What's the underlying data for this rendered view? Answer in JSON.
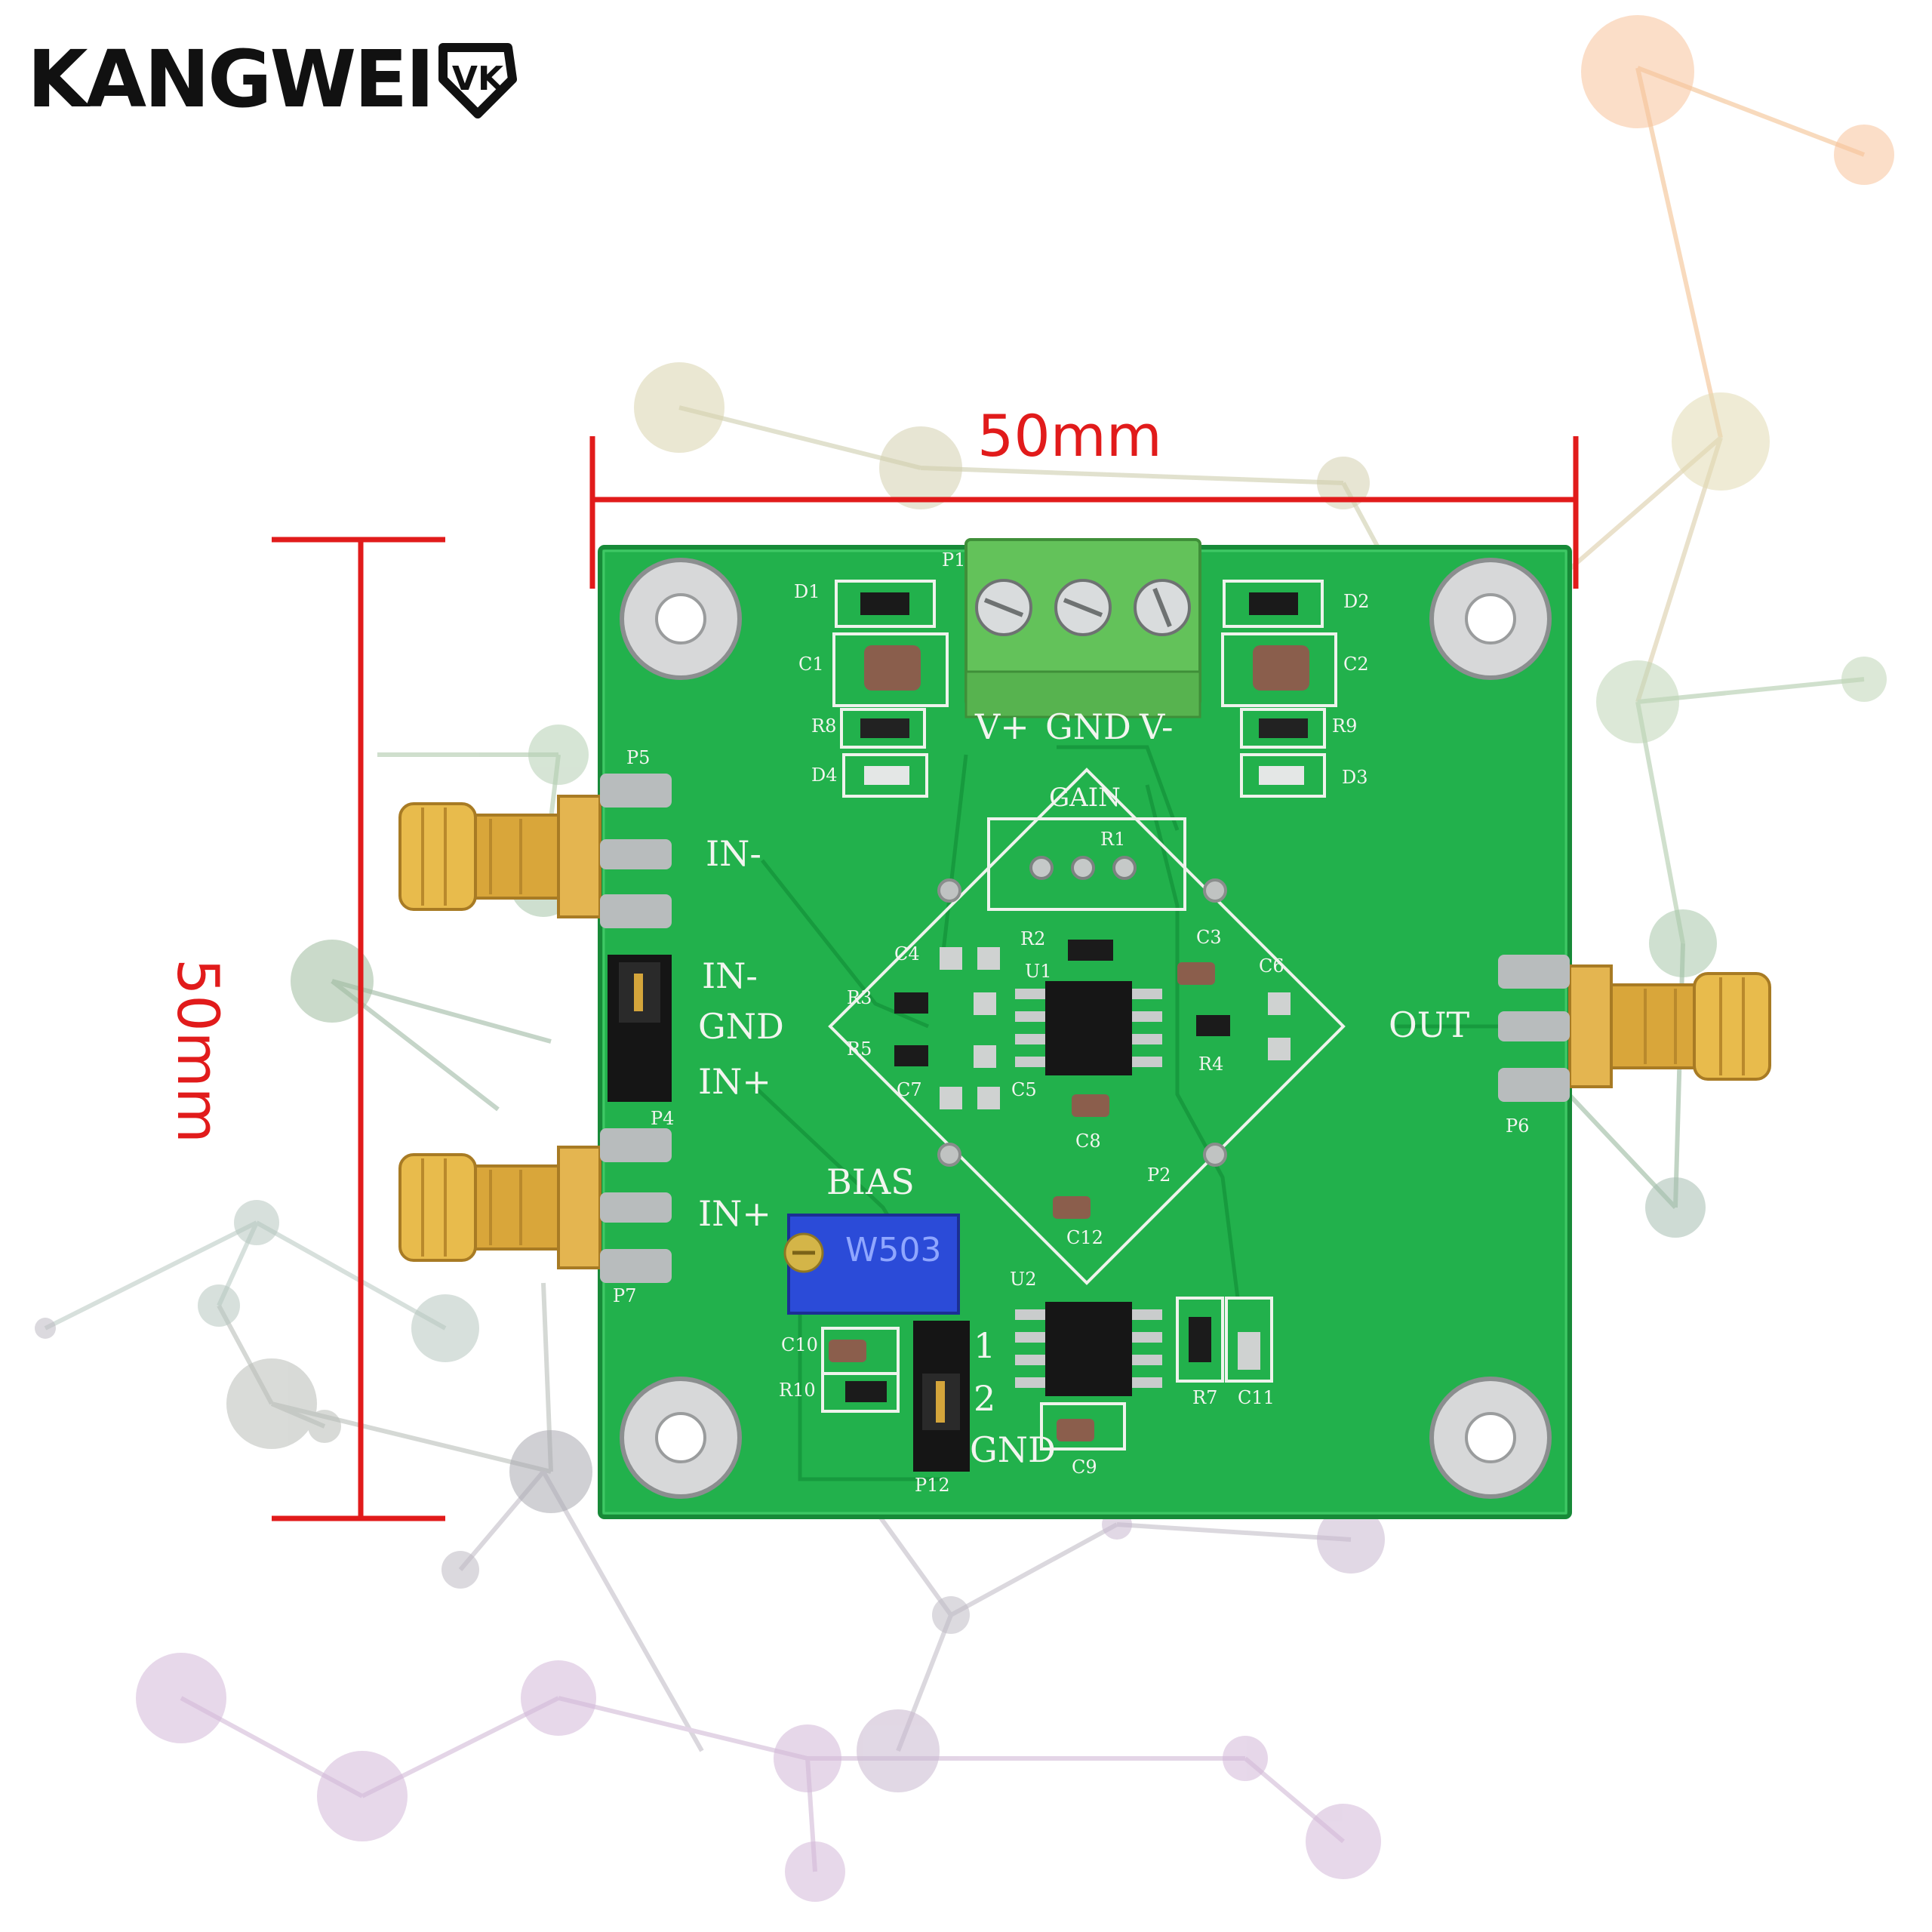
{
  "brand": {
    "logo_text": "KANGWEI",
    "logo_mark": "VK"
  },
  "dimensions": {
    "width_label": "50mm",
    "height_label": "50mm"
  },
  "board_labels": {
    "power": [
      "V+",
      "GND",
      "V-"
    ],
    "gain": "GAIN",
    "bias": "BIAS",
    "input_minus": "IN-",
    "input_plus": "IN+",
    "jumper_labels": [
      "IN-",
      "GND",
      "IN+"
    ],
    "output": "OUT",
    "bias_jumper": [
      "1",
      "2",
      "GND"
    ],
    "potentiometer": "W503"
  },
  "component_refs": [
    "P1",
    "D1",
    "D2",
    "C1",
    "C2",
    "R8",
    "R9",
    "D4",
    "D3",
    "P5",
    "R1",
    "R2",
    "C3",
    "C4",
    "U1",
    "C6",
    "R3",
    "R4",
    "R5",
    "C7",
    "C5",
    "C8",
    "P4",
    "P6",
    "P2",
    "C12",
    "P7",
    "U2",
    "C10",
    "R7",
    "C11",
    "R10",
    "C9",
    "P12"
  ],
  "colors": {
    "pcb": "#1fae47",
    "dimension": "#e11b1b",
    "silkscreen": "#f2f5ef",
    "sma_gold": "#d9a63a",
    "terminal_block": "#63c25a",
    "potentiometer": "#2b4bd8"
  }
}
